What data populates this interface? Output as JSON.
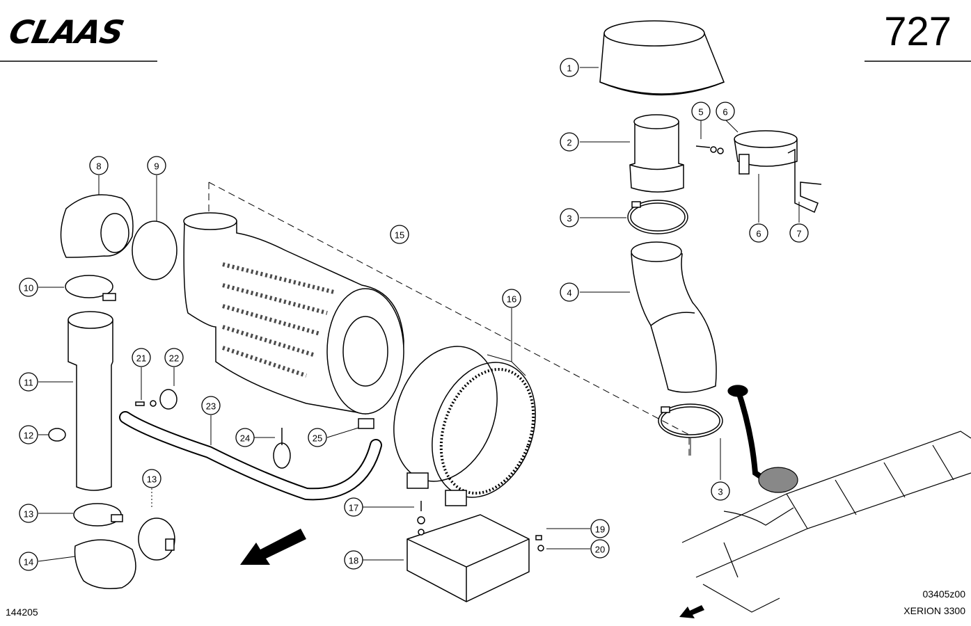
{
  "header": {
    "brand": "CLAAS",
    "page_number": "727"
  },
  "footer": {
    "doc_number": "144205",
    "figure_code": "03405z00",
    "model": "XERION 3300"
  },
  "callouts": [
    {
      "id": "c1",
      "label": "1"
    },
    {
      "id": "c2",
      "label": "2"
    },
    {
      "id": "c3a",
      "label": "3"
    },
    {
      "id": "c3b",
      "label": "3"
    },
    {
      "id": "c4",
      "label": "4"
    },
    {
      "id": "c5",
      "label": "5"
    },
    {
      "id": "c6a",
      "label": "6"
    },
    {
      "id": "c6b",
      "label": "6"
    },
    {
      "id": "c7",
      "label": "7"
    },
    {
      "id": "c8",
      "label": "8"
    },
    {
      "id": "c9",
      "label": "9"
    },
    {
      "id": "c10",
      "label": "10"
    },
    {
      "id": "c11",
      "label": "11"
    },
    {
      "id": "c12",
      "label": "12"
    },
    {
      "id": "c13a",
      "label": "13"
    },
    {
      "id": "c13b",
      "label": "13"
    },
    {
      "id": "c14",
      "label": "14"
    },
    {
      "id": "c15",
      "label": "15"
    },
    {
      "id": "c16",
      "label": "16"
    },
    {
      "id": "c17",
      "label": "17"
    },
    {
      "id": "c18",
      "label": "18"
    },
    {
      "id": "c19",
      "label": "19"
    },
    {
      "id": "c20",
      "label": "20"
    },
    {
      "id": "c21",
      "label": "21"
    },
    {
      "id": "c22",
      "label": "22"
    },
    {
      "id": "c23",
      "label": "23"
    },
    {
      "id": "c24",
      "label": "24"
    },
    {
      "id": "c25",
      "label": "25"
    }
  ],
  "colors": {
    "ink": "#000000",
    "paper": "#ffffff",
    "shade": "#d9d9d9"
  }
}
